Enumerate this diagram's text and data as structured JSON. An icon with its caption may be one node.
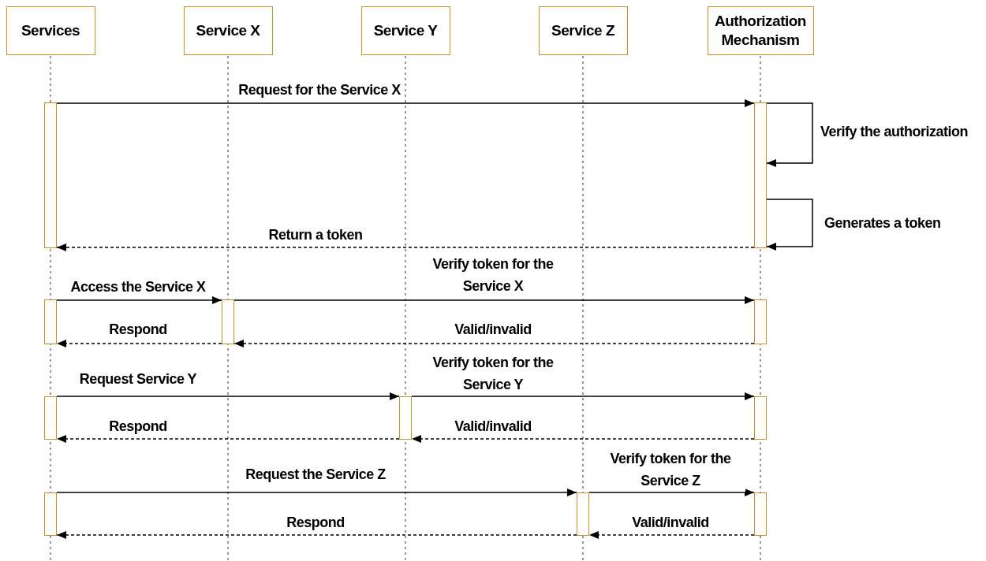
{
  "diagram": {
    "nodes": [
      {
        "text": [
          "Services"
        ]
      },
      {
        "text": [
          "Service X"
        ]
      },
      {
        "text": [
          "Service Y"
        ]
      },
      {
        "text": [
          "Service Z"
        ]
      },
      {
        "text": [
          "Authorization Mechanism"
        ]
      },
      {
        "text": [],
        "shape": "bar"
      },
      {
        "text": [],
        "shape": "bar"
      },
      {
        "text": [],
        "shape": "bar"
      },
      {
        "text": [],
        "shape": "bar"
      },
      {
        "text": [],
        "shape": "bar"
      },
      {
        "text": [],
        "shape": "bar"
      },
      {
        "text": [],
        "shape": "bar"
      },
      {
        "text": [],
        "shape": "bar"
      },
      {
        "text": [],
        "shape": "bar"
      },
      {
        "text": [],
        "shape": "bar"
      },
      {
        "text": [],
        "shape": "bar"
      }
    ],
    "edges": [
      {
        "from": 5,
        "to": 6,
        "arrow": "to",
        "label": "Request for the Service X"
      },
      {
        "from": 6,
        "to": 6,
        "arrow": "to",
        "label": "Verify the authorization"
      },
      {
        "from": 6,
        "to": 6,
        "arrow": "to",
        "label": "Generates a token"
      },
      {
        "from": 6,
        "to": 5,
        "arrow": "to",
        "label": "Return a token",
        "style": "dashed"
      },
      {
        "from": 7,
        "to": 8,
        "arrow": "to",
        "label": "Access the Service X"
      },
      {
        "from": 8,
        "to": 9,
        "arrow": "to",
        "label": "Verify token for the Service X"
      },
      {
        "from": 9,
        "to": 8,
        "arrow": "to",
        "label": "Valid/invalid",
        "style": "dashed"
      },
      {
        "from": 8,
        "to": 7,
        "arrow": "to",
        "label": "Respond",
        "style": "dashed"
      },
      {
        "from": 10,
        "to": 11,
        "arrow": "to",
        "label": "Request Service Y"
      },
      {
        "from": 11,
        "to": 12,
        "arrow": "to",
        "label": "Verify token for the Service Y"
      },
      {
        "from": 12,
        "to": 11,
        "arrow": "to",
        "label": "Valid/invalid",
        "style": "dashed"
      },
      {
        "from": 11,
        "to": 10,
        "arrow": "to",
        "label": "Respond",
        "style": "dashed"
      },
      {
        "from": 13,
        "to": 14,
        "arrow": "to",
        "label": "Request the Service Z"
      },
      {
        "from": 14,
        "to": 15,
        "arrow": "to",
        "label": "Verify token for the Service Z"
      },
      {
        "from": 15,
        "to": 14,
        "arrow": "to",
        "label": "Valid/invalid",
        "style": "dashed"
      },
      {
        "from": 14,
        "to": 13,
        "arrow": "to",
        "label": "Respond",
        "style": "dashed"
      }
    ]
  }
}
